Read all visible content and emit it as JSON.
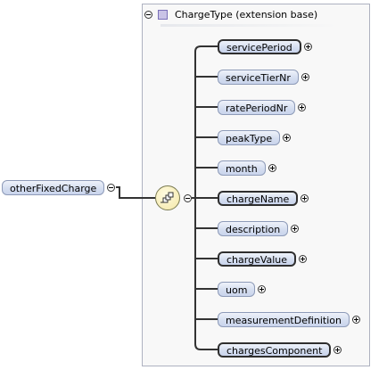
{
  "container": {
    "title": "ChargeType (extension base)"
  },
  "root": {
    "label": "otherFixedCharge"
  },
  "children": [
    {
      "label": "servicePeriod",
      "required": true
    },
    {
      "label": "serviceTierNr",
      "required": false
    },
    {
      "label": "ratePeriodNr",
      "required": false
    },
    {
      "label": "peakType",
      "required": false
    },
    {
      "label": "month",
      "required": false
    },
    {
      "label": "chargeName",
      "required": true
    },
    {
      "label": "description",
      "required": false
    },
    {
      "label": "chargeValue",
      "required": true
    },
    {
      "label": "uom",
      "required": false
    },
    {
      "label": "measurementDefinition",
      "required": false
    },
    {
      "label": "chargesComponent",
      "required": true
    }
  ],
  "icons": {
    "type": "complex-type-icon",
    "compositor": "sequence-compositor-icon",
    "expand": "expand-icon",
    "collapse": "collapse-icon"
  }
}
